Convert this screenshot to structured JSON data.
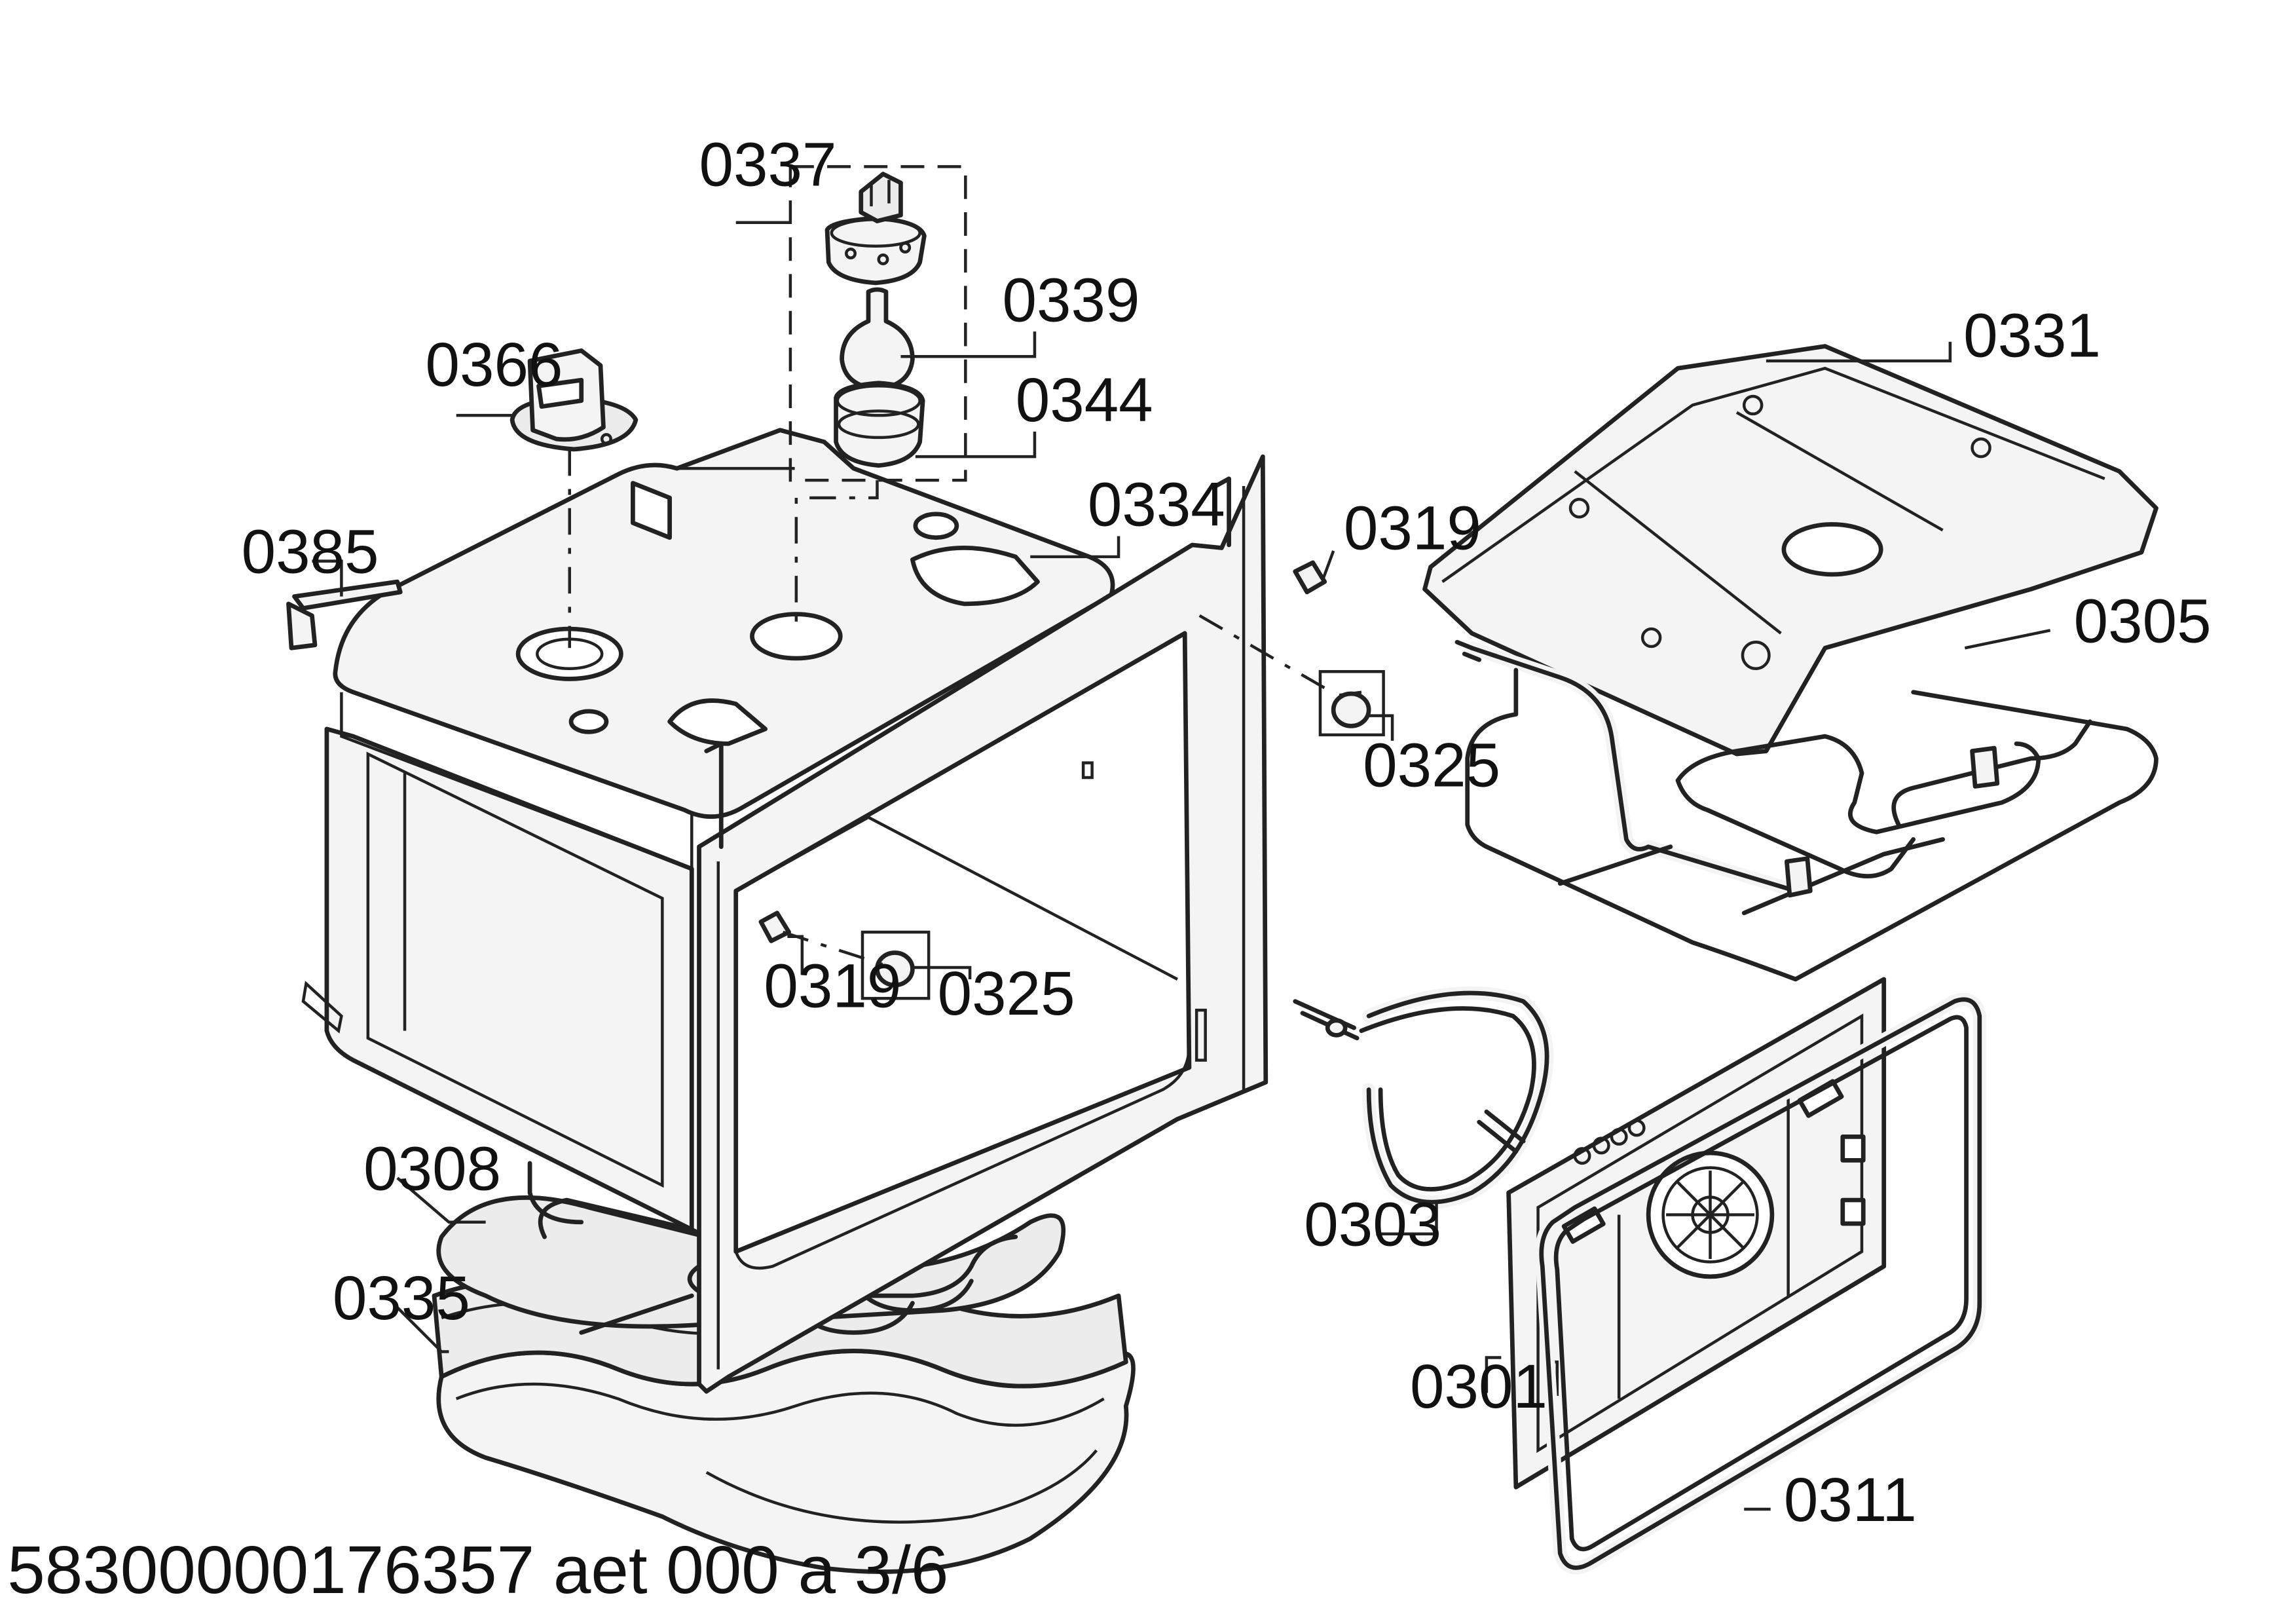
{
  "callouts": [
    {
      "id": "0337",
      "text": "0337"
    },
    {
      "id": "0339",
      "text": "0339"
    },
    {
      "id": "0344",
      "text": "0344"
    },
    {
      "id": "0366",
      "text": "0366"
    },
    {
      "id": "0385",
      "text": "0385"
    },
    {
      "id": "0334",
      "text": "0334"
    },
    {
      "id": "0319a",
      "text": "0319"
    },
    {
      "id": "0325a",
      "text": "0325"
    },
    {
      "id": "0319b",
      "text": "0319"
    },
    {
      "id": "0325b",
      "text": "0325"
    },
    {
      "id": "0331",
      "text": "0331"
    },
    {
      "id": "0305",
      "text": "0305"
    },
    {
      "id": "0308",
      "text": "0308"
    },
    {
      "id": "0335",
      "text": "0335"
    },
    {
      "id": "0303",
      "text": "0303"
    },
    {
      "id": "0301",
      "text": "0301"
    },
    {
      "id": "0311",
      "text": "0311"
    }
  ],
  "footer": {
    "doc_id": "58300000176357 aet 000 a 3/6"
  }
}
